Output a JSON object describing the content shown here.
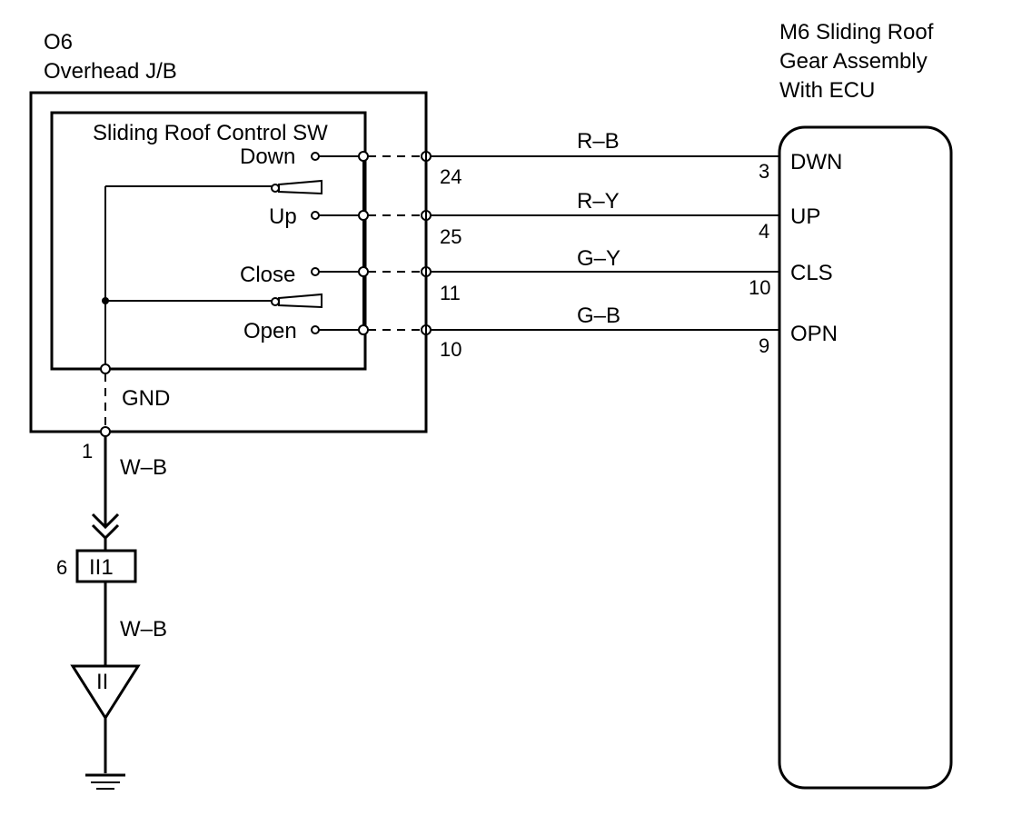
{
  "junction_block": {
    "code": "O6",
    "name": "Overhead J/B",
    "switch_title": "Sliding Roof Control SW",
    "terminals": [
      {
        "label": "Down",
        "pin": "24"
      },
      {
        "label": "Up",
        "pin": "25"
      },
      {
        "label": "Close",
        "pin": "11"
      },
      {
        "label": "Open",
        "pin": "10"
      }
    ],
    "ground_label": "GND",
    "ground_pin": "1"
  },
  "ecu": {
    "title_lines": [
      "M6 Sliding Roof",
      "Gear Assembly",
      "With ECU"
    ],
    "terminals": [
      {
        "name": "DWN",
        "pin": "3"
      },
      {
        "name": "UP",
        "pin": "4"
      },
      {
        "name": "CLS",
        "pin": "10"
      },
      {
        "name": "OPN",
        "pin": "9"
      }
    ]
  },
  "wires": [
    "R–B",
    "R–Y",
    "G–Y",
    "G–B"
  ],
  "ground_path": {
    "wire_upper": "W–B",
    "connector_pin": "6",
    "connector_label": "II1",
    "wire_lower": "W–B",
    "ground_point_label": "II"
  }
}
